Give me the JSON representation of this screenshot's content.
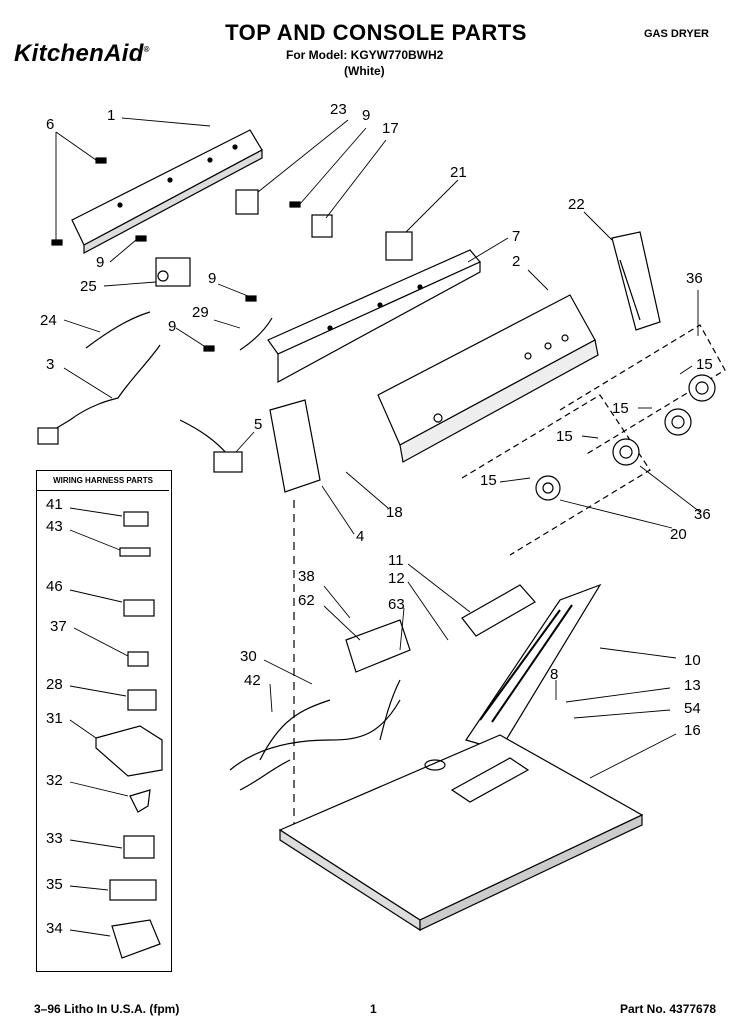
{
  "header": {
    "title": "TOP AND CONSOLE PARTS",
    "model_line": "For Model: KGYW770BWH2",
    "color_line": "(White)",
    "brand": "KitchenAid",
    "brand_mark": "®",
    "category": "GAS DRYER"
  },
  "callouts": [
    {
      "id": "c1",
      "text": "1"
    },
    {
      "id": "c6",
      "text": "6"
    },
    {
      "id": "c9a",
      "text": "9"
    },
    {
      "id": "c23",
      "text": "23"
    },
    {
      "id": "c9b",
      "text": "9"
    },
    {
      "id": "c17",
      "text": "17"
    },
    {
      "id": "c21",
      "text": "21"
    },
    {
      "id": "c7",
      "text": "7"
    },
    {
      "id": "c22",
      "text": "22"
    },
    {
      "id": "c9c",
      "text": "9"
    },
    {
      "id": "c25",
      "text": "25"
    },
    {
      "id": "c9d",
      "text": "9"
    },
    {
      "id": "c2",
      "text": "2"
    },
    {
      "id": "c36a",
      "text": "36"
    },
    {
      "id": "c24",
      "text": "24"
    },
    {
      "id": "c29",
      "text": "29"
    },
    {
      "id": "c9e",
      "text": "9"
    },
    {
      "id": "c15a",
      "text": "15"
    },
    {
      "id": "c3",
      "text": "3"
    },
    {
      "id": "c15b",
      "text": "15"
    },
    {
      "id": "c15c",
      "text": "15"
    },
    {
      "id": "c5",
      "text": "5"
    },
    {
      "id": "c15d",
      "text": "15"
    },
    {
      "id": "c18",
      "text": "18"
    },
    {
      "id": "c36b",
      "text": "36"
    },
    {
      "id": "c4",
      "text": "4"
    },
    {
      "id": "c20",
      "text": "20"
    },
    {
      "id": "c11",
      "text": "11"
    },
    {
      "id": "c12",
      "text": "12"
    },
    {
      "id": "c38",
      "text": "38"
    },
    {
      "id": "c62",
      "text": "62"
    },
    {
      "id": "c63",
      "text": "63"
    },
    {
      "id": "c10",
      "text": "10"
    },
    {
      "id": "c8",
      "text": "8"
    },
    {
      "id": "c30",
      "text": "30"
    },
    {
      "id": "c13",
      "text": "13"
    },
    {
      "id": "c42",
      "text": "42"
    },
    {
      "id": "c54",
      "text": "54"
    },
    {
      "id": "c16",
      "text": "16"
    }
  ],
  "legend": {
    "title": "WIRING HARNESS PARTS",
    "items": [
      {
        "id": "l41",
        "text": "41"
      },
      {
        "id": "l43",
        "text": "43"
      },
      {
        "id": "l46",
        "text": "46"
      },
      {
        "id": "l37",
        "text": "37"
      },
      {
        "id": "l28",
        "text": "28"
      },
      {
        "id": "l31",
        "text": "31"
      },
      {
        "id": "l32",
        "text": "32"
      },
      {
        "id": "l33",
        "text": "33"
      },
      {
        "id": "l35",
        "text": "35"
      },
      {
        "id": "l34",
        "text": "34"
      }
    ]
  },
  "footer": {
    "left": "3–96 Litho In U.S.A. (fpm)",
    "page": "1",
    "part_no": "Part No. 4377678"
  }
}
